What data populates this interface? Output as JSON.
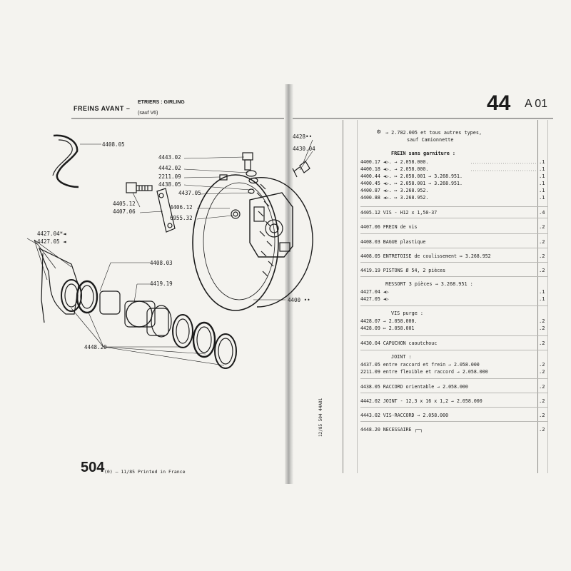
{
  "header": {
    "title": "FREINS AVANT –",
    "sub1": "ETRIERS :  GIRLING",
    "sub2": "(sauf V6)",
    "section_number": "44",
    "section_code": "A 01"
  },
  "footer": {
    "page_number": "504",
    "printed": "(0) – 11/85 Printed in France",
    "vertical_ref": "12/85  504  44A01"
  },
  "callouts": {
    "c4408_05": "4408.05",
    "c4443_02": "4443.02",
    "c4442_02": "4442.02",
    "c2211_09": "2211.09",
    "c4438_05": "4438.05",
    "c4437_05": "4437.05",
    "c4405_12": "4405.12",
    "c4407_06": "4407.06",
    "c4406_12": "4406.12",
    "c6955_32": "6955.32",
    "c4428": "4428••",
    "c4430_04": "4430.04",
    "c4427_04": "4427.04*◄",
    "c4427_05": "4427.05 ◄",
    "c4408_03": "4408.03",
    "c4419_19": "4419.19",
    "c4448_20": "4448.20",
    "c4400": "4400 ••"
  },
  "table": {
    "intro_1": "→ 2.782.005 et tous autres types,",
    "intro_2": "sauf Camionnette",
    "frein_heading": "FREIN sans garniture :",
    "frein_rows": [
      {
        "ref": "4400.17",
        "desc": "◄▷.  → 2.058.000.",
        "qty": ".1"
      },
      {
        "ref": "4400.18",
        "desc": "◄▷.  → 2.058.000.",
        "qty": ".1"
      },
      {
        "ref": "4400.44",
        "desc": "◄▷.  ↦ 2.058.001  → 3.268.951.",
        "qty": ".1"
      },
      {
        "ref": "4400.45",
        "desc": "◄▷.  ↦ 2.058.001  → 3.268.951.",
        "qty": ".1"
      },
      {
        "ref": "4400.87",
        "desc": "◄▷.  ↦ 3.268.952.",
        "qty": ".1"
      },
      {
        "ref": "4400.88",
        "desc": "◄▷.  ↦ 3.268.952.",
        "qty": ".1"
      }
    ],
    "row_4405": {
      "ref": "4405.12",
      "desc": "VIS - H12 x 1,50-37",
      "qty": ".4"
    },
    "row_4407": {
      "ref": "4407.06",
      "desc": "FREIN de vis",
      "qty": ".2"
    },
    "row_4408_03": {
      "ref": "4408.03",
      "desc": "BAGUE plastique",
      "qty": ".2"
    },
    "row_4408_05": {
      "ref": "4408.05",
      "desc": "ENTRETOISE de coulissement ↦ 3.268.952",
      "qty": ".2"
    },
    "row_4419": {
      "ref": "4419.19",
      "desc": "PISTONS Ø 54, 2 pièces",
      "qty": ".2"
    },
    "ressort_heading": "RESSORT 3 pièces  → 3.268.951 :",
    "ressort_rows": [
      {
        "ref": "4427.04",
        "desc": "◄▷",
        "qty": ".1"
      },
      {
        "ref": "4427.05",
        "desc": "◄▷",
        "qty": ".1"
      }
    ],
    "vis_heading": "VIS purge :",
    "vis_rows": [
      {
        "ref": "4428.07",
        "desc": "→ 2.058.000.",
        "qty": ".2"
      },
      {
        "ref": "4428.09",
        "desc": "↦ 2.058.001",
        "qty": ".2"
      }
    ],
    "row_4430": {
      "ref": "4430.04",
      "desc": "CAPUCHON caoutchouc",
      "qty": ".2"
    },
    "joint_heading": "JOINT :",
    "joint_rows": [
      {
        "ref": "4437.05",
        "desc": "entre  raccord  et  frein  → 2.058.000",
        "qty": ".2"
      },
      {
        "ref": "2211.09",
        "desc": "entre flexible et raccord  → 2.058.000",
        "qty": ".2"
      }
    ],
    "row_4438": {
      "ref": "4438.05",
      "desc": "RACCORD orientable  → 2.058.000",
      "qty": ".2"
    },
    "row_4442": {
      "ref": "4442.02",
      "desc": "JOINT - 12,3 x 16 x 1,2  → 2.058.000",
      "qty": ".2"
    },
    "row_4443": {
      "ref": "4443.02",
      "desc": "VIS-RACCORD  → 2.058.000",
      "qty": ".2"
    },
    "row_4448": {
      "ref": "4448.20",
      "desc": "NECESSAIRE ┌─┐",
      "qty": ".2"
    }
  },
  "colors": {
    "paper": "#f4f3ef",
    "ink": "#1c1c1c",
    "spine": "#a9a9a7"
  }
}
